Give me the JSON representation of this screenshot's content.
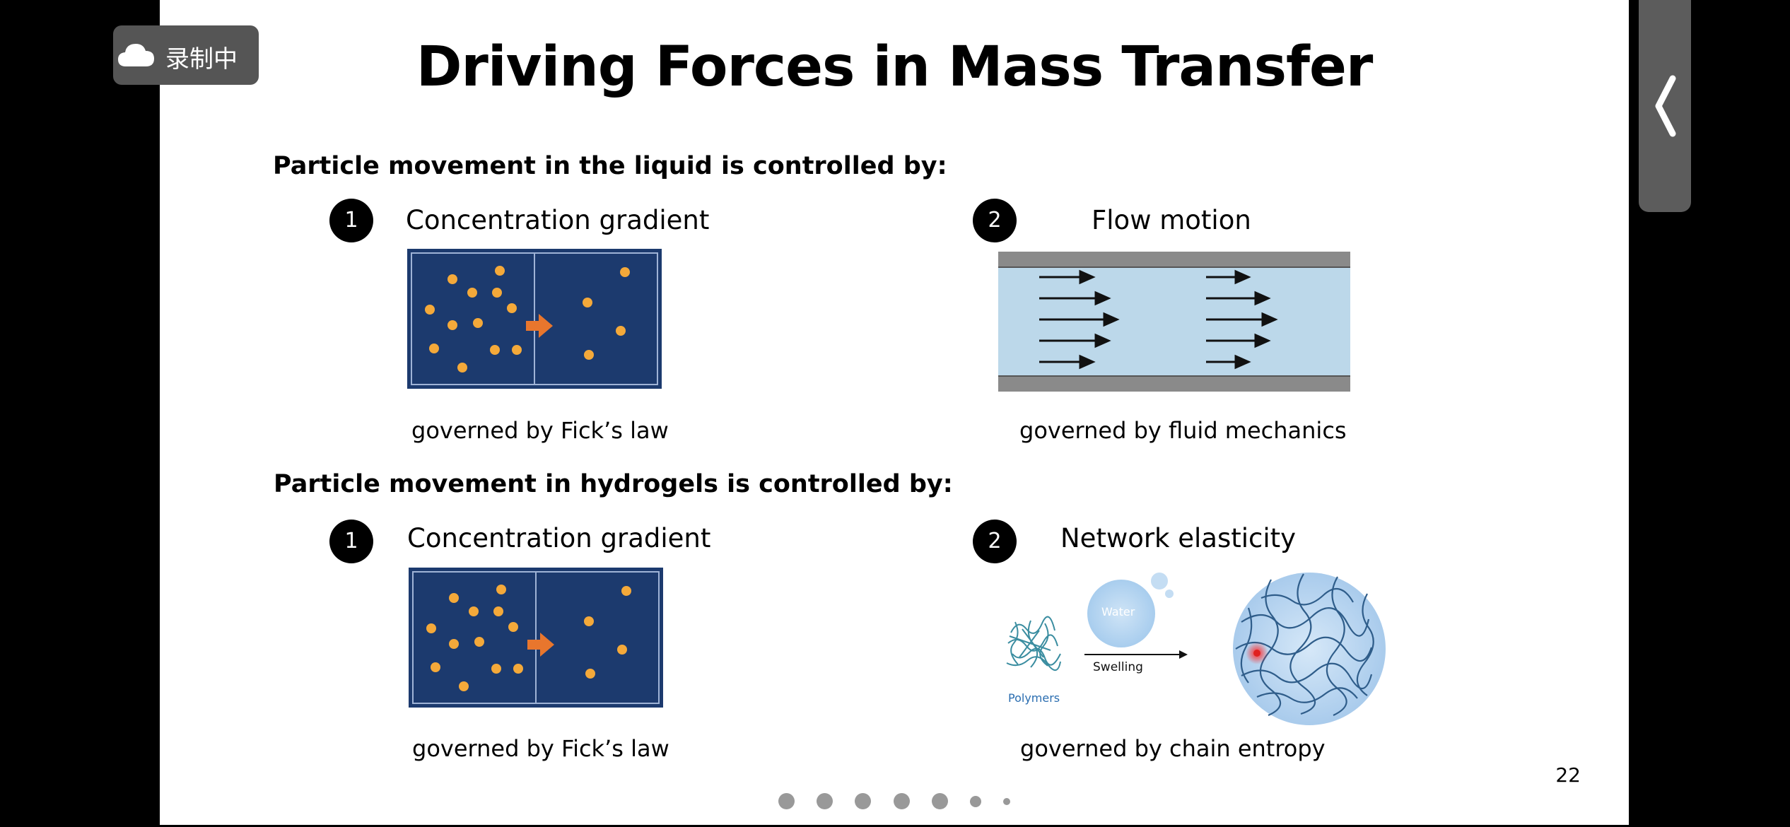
{
  "slide": {
    "title": "Driving Forces in Mass Transfer",
    "page_number": "22",
    "liquid_section": {
      "heading": "Particle movement in the liquid is controlled by:",
      "items": [
        {
          "number": "1",
          "label": "Concentration gradient",
          "caption": "governed by Fick’s law"
        },
        {
          "number": "2",
          "label": "Flow motion",
          "caption": "governed by fluid mechanics"
        }
      ]
    },
    "hydrogel_section": {
      "heading": "Particle movement in hydrogels is controlled by:",
      "items": [
        {
          "number": "1",
          "label": "Concentration gradient",
          "caption": "governed by Fick’s law"
        },
        {
          "number": "2",
          "label": "Network elasticity",
          "caption": "governed by chain entropy"
        }
      ]
    },
    "swelling_figure": {
      "polymers_label": "Polymers",
      "water_label": "Water",
      "swelling_label": "Swelling"
    }
  },
  "recording_badge": {
    "label": "录制中",
    "icon": "cloud-icon"
  },
  "side_tab": {
    "icon": "chevron-left-icon"
  },
  "pagination": {
    "dot_count": 7
  },
  "colors": {
    "diffusion_box": "#1c3a6e",
    "particle": "#f4a93a",
    "arrow": "#e8762d",
    "channel_fluid": "#bcd8ea",
    "wall": "#888888",
    "hydrogel": "#bcd6f0"
  }
}
